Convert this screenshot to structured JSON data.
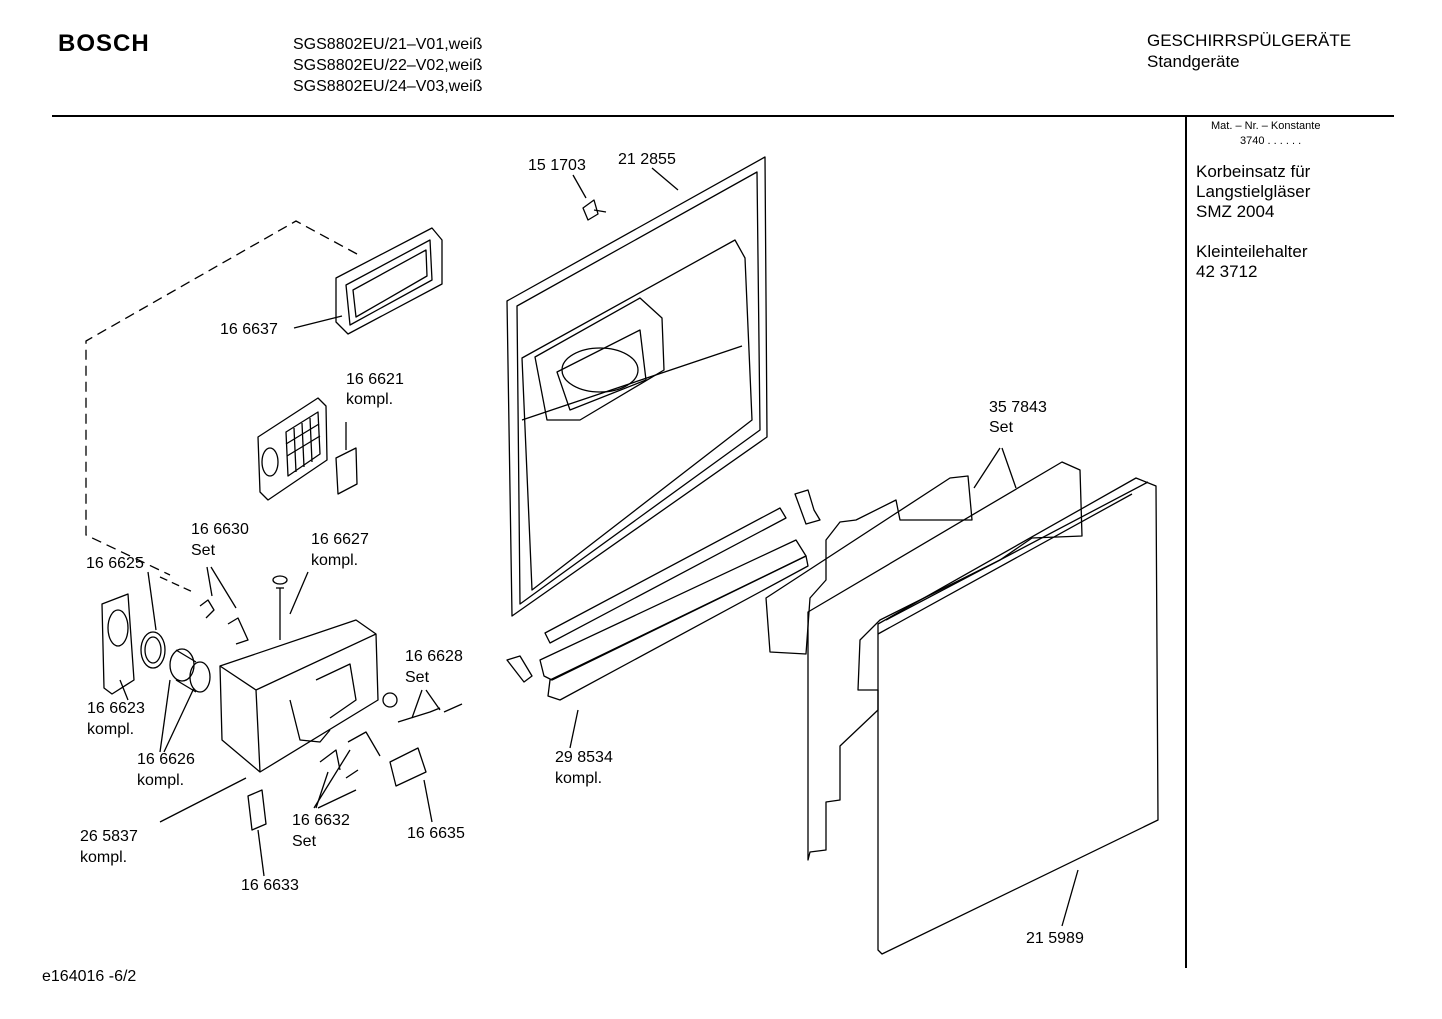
{
  "header": {
    "brand": "BOSCH",
    "models": [
      "SGS8802EU/21–V01,weiß",
      "SGS8802EU/22–V02,weiß",
      "SGS8802EU/24–V03,weiß"
    ],
    "category": "GESCHIRRSPÜLGERÄTE",
    "subcategory": "Standgeräte"
  },
  "sidebar": {
    "mat_label": "Mat. – Nr. – Konstante",
    "mat_value": "3740 . . . . . .",
    "note1_lines": [
      "Korbeinsatz für",
      "Langstielgläser",
      "SMZ 2004"
    ],
    "note2_lines": [
      "Kleinteilehalter",
      "42 3712"
    ]
  },
  "parts": {
    "p151703": "15 1703",
    "p212855": "21 2855",
    "p166637": "16 6637",
    "p166621": "16 6621",
    "p166621_sub": "kompl.",
    "p357843": "35 7843",
    "p357843_sub": "Set",
    "p166630": "16 6630",
    "p166630_sub": "Set",
    "p166627": "16 6627",
    "p166627_sub": "kompl.",
    "p166625": "16 6625",
    "p166628": "16 6628",
    "p166628_sub": "Set",
    "p166623": "16 6623",
    "p166623_sub": "kompl.",
    "p166626": "16 6626",
    "p166626_sub": "kompl.",
    "p298534": "29 8534",
    "p298534_sub": "kompl.",
    "p265837": "26 5837",
    "p265837_sub": "kompl.",
    "p166632": "16 6632",
    "p166632_sub": "Set",
    "p166635": "16 6635",
    "p166633": "16 6633",
    "p215989": "21 5989"
  },
  "footer": {
    "code": "e164016 -6/2"
  }
}
